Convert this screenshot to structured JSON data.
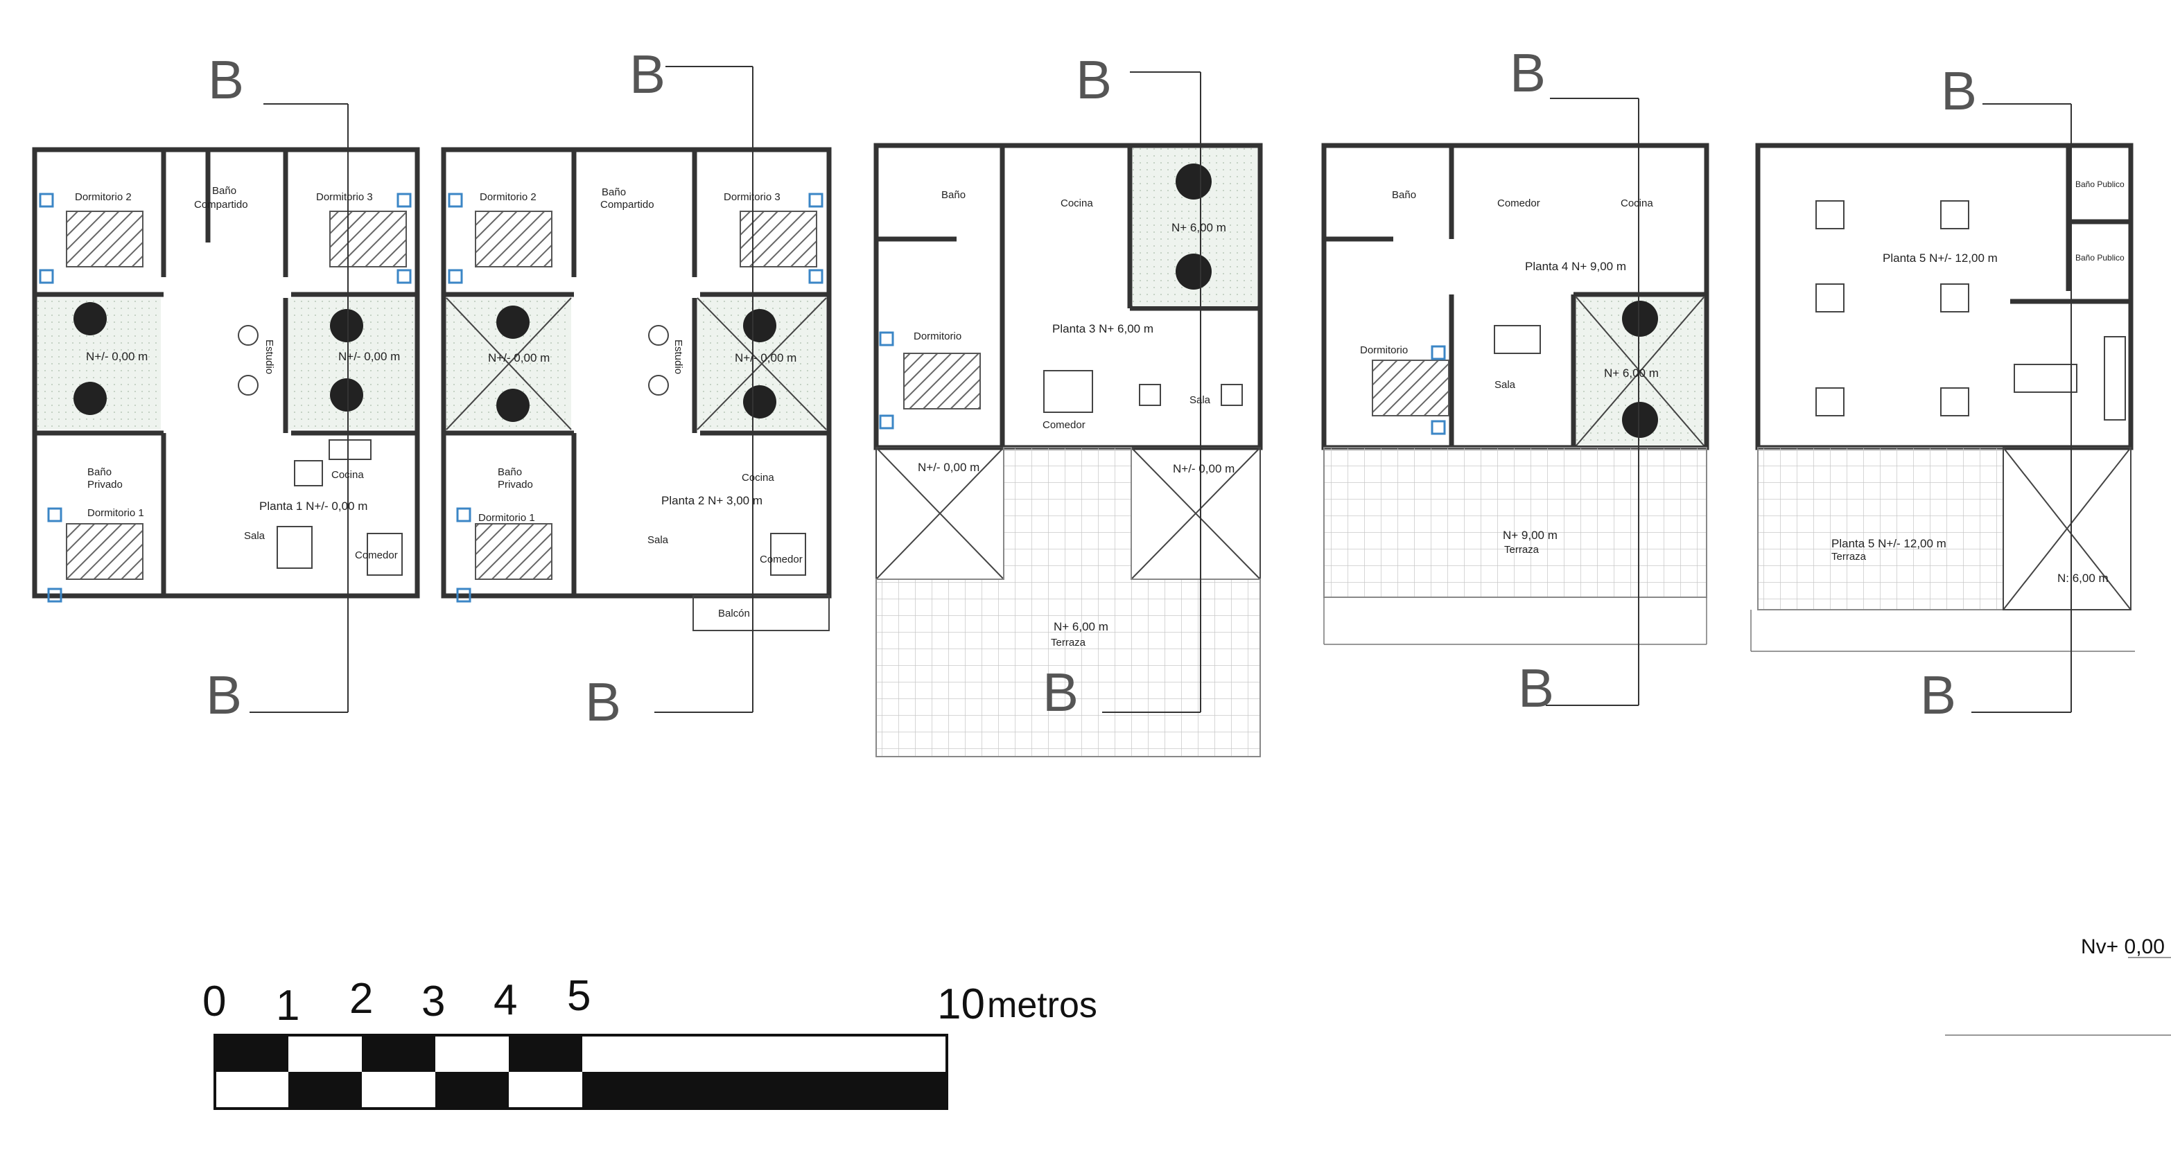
{
  "section_marker": "B",
  "scale": {
    "ticks": [
      "0",
      "1",
      "2",
      "3",
      "4",
      "5"
    ],
    "end_value": "10",
    "unit": "metros"
  },
  "corner_level": "Nv+ 0,00",
  "plans": [
    {
      "rooms": {
        "dorm2": "Dormitorio 2",
        "bano_comp_1": "Baño",
        "bano_comp_2": "Compartido",
        "dorm3": "Dormitorio 3",
        "estudio": "Estudio",
        "bano_priv_1": "Baño",
        "bano_priv_2": "Privado",
        "dorm1": "Dormitorio 1",
        "cocina": "Cocina",
        "sala": "Sala",
        "comedor": "Comedor"
      },
      "levels": {
        "patio_a": "N+/- 0,00 m",
        "patio_b": "N+/- 0,00 m",
        "main": "Planta 1 N+/- 0,00 m"
      }
    },
    {
      "rooms": {
        "dorm2": "Dormitorio 2",
        "bano_comp_1": "Baño",
        "bano_comp_2": "Compartido",
        "dorm3": "Dormitorio 3",
        "estudio": "Estudio",
        "bano_priv_1": "Baño",
        "bano_priv_2": "Privado",
        "dorm1": "Dormitorio 1",
        "cocina": "Cocina",
        "sala": "Sala",
        "comedor": "Comedor",
        "balcon": "Balcón"
      },
      "levels": {
        "patio_a": "N+/- 0,00 m",
        "patio_b": "N+/- 0,00 m",
        "main": "Planta 2 N+ 3,00 m"
      }
    },
    {
      "rooms": {
        "bano": "Baño",
        "cocina": "Cocina",
        "dormitorio": "Dormitorio",
        "comedor": "Comedor",
        "sala": "Sala",
        "terraza": "Terraza"
      },
      "levels": {
        "patio": "N+ 6,00 m",
        "main": "Planta 3 N+ 6,00 m",
        "void_a": "N+/- 0,00 m",
        "void_b": "N+/- 0,00 m",
        "terraza": "N+ 6,00 m"
      }
    },
    {
      "rooms": {
        "bano": "Baño",
        "comedor": "Comedor",
        "cocina": "Cocina",
        "dormitorio": "Dormitorio",
        "sala": "Sala",
        "terraza": "Terraza"
      },
      "levels": {
        "main": "Planta 4 N+ 9,00 m",
        "patio": "N+ 6,00 m",
        "terraza": "N+ 9,00 m"
      }
    },
    {
      "rooms": {
        "bano_pub_a": "Baño Publico",
        "bano_pub_b": "Baño Publico",
        "terraza": "Terraza"
      },
      "levels": {
        "main": "Planta 5 N+/- 12,00 m",
        "terraza": "Planta 5 N+/- 12,00 m",
        "void": "N: 6,00 m"
      }
    }
  ]
}
